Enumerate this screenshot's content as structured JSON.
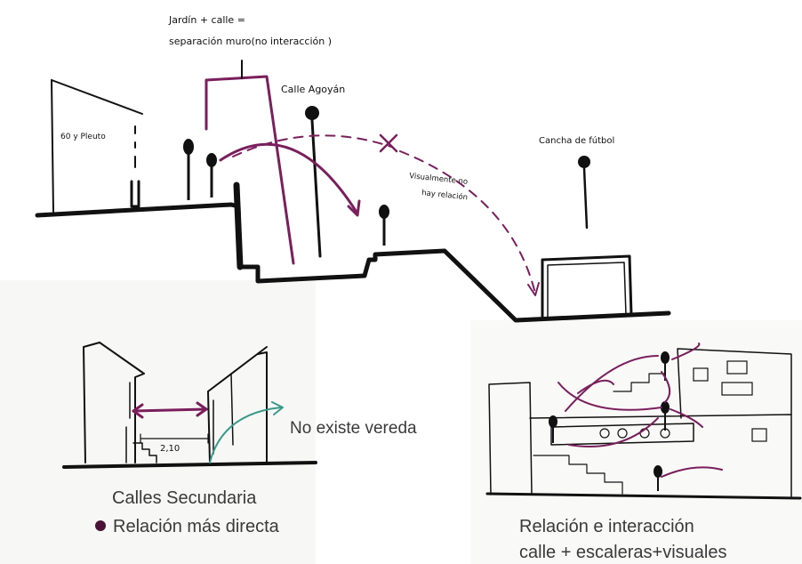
{
  "colors": {
    "accent": "#7a1f5c",
    "teal": "#3a9a8a",
    "ink": "#111111",
    "text": "#3a3a3a"
  },
  "top_section": {
    "annotation_line1": "Jardín + calle =",
    "annotation_line2": "separación muro(no interacción )",
    "street_label": "Calle Agoyán",
    "building_label": "60 y Pleuto",
    "visual_note_line1": "Visualmente no",
    "visual_note_line2": "hay relación",
    "field_label": "Cancha de fútbol"
  },
  "secondary_streets": {
    "width_label": "2,10",
    "no_sidewalk": "No existe vereda",
    "caption": "Calles Secundaria",
    "bullet": "Relación más directa"
  },
  "stairs_section": {
    "caption_line1": "Relación e interacción",
    "caption_line2": "calle + escaleras+visuales"
  }
}
